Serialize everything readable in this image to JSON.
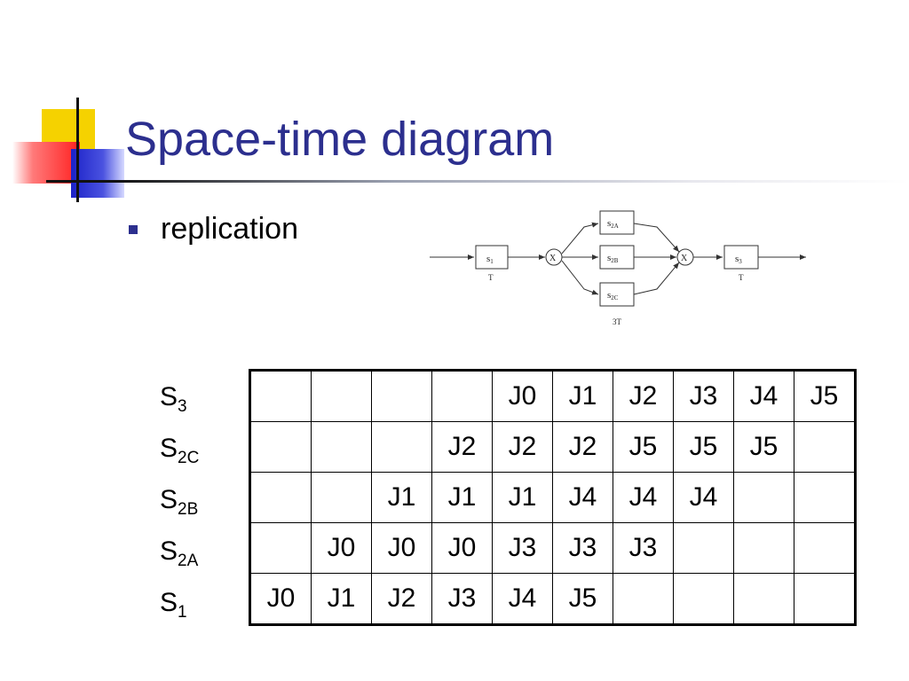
{
  "slide": {
    "title": "Space-time diagram",
    "bullet": "replication",
    "colors": {
      "title": "#2c2f8e",
      "bullet": "#2c2f8e"
    }
  },
  "diagram": {
    "stages": {
      "s1": {
        "name": "s",
        "sub": "1",
        "time": "T"
      },
      "s2a": {
        "name": "s",
        "sub": "2A"
      },
      "s2b": {
        "name": "s",
        "sub": "2B"
      },
      "s2c": {
        "name": "s",
        "sub": "2C"
      },
      "s3": {
        "name": "s",
        "sub": "3",
        "time": "T"
      }
    },
    "switch_label": "X",
    "group_time": "3T"
  },
  "table": {
    "rows": [
      {
        "label": "S",
        "sub": "3",
        "cells": [
          "",
          "",
          "",
          "",
          "J0",
          "J1",
          "J2",
          "J3",
          "J4",
          "J5"
        ]
      },
      {
        "label": "S",
        "sub": "2C",
        "cells": [
          "",
          "",
          "",
          "J2",
          "J2",
          "J2",
          "J5",
          "J5",
          "J5",
          ""
        ]
      },
      {
        "label": "S",
        "sub": "2B",
        "cells": [
          "",
          "",
          "J1",
          "J1",
          "J1",
          "J4",
          "J4",
          "J4",
          "",
          ""
        ]
      },
      {
        "label": "S",
        "sub": "2A",
        "cells": [
          "",
          "J0",
          "J0",
          "J0",
          "J3",
          "J3",
          "J3",
          "",
          "",
          ""
        ]
      },
      {
        "label": "S",
        "sub": "1",
        "cells": [
          "J0",
          "J1",
          "J2",
          "J3",
          "J4",
          "J5",
          "",
          "",
          "",
          ""
        ]
      }
    ]
  }
}
